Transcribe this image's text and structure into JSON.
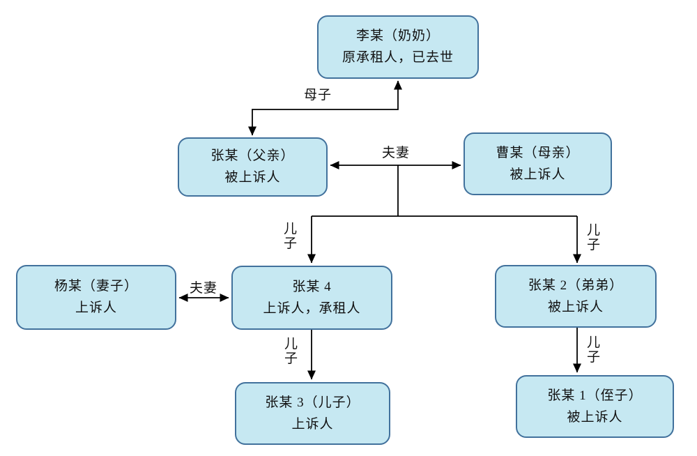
{
  "diagram": {
    "type": "family-relationship-diagram",
    "colors": {
      "box_fill": "#C6E8F2",
      "box_border": "#41719C",
      "line": "#000000",
      "text": "#111111"
    },
    "nodes": [
      {
        "id": "grandmother",
        "line1": "李某（奶奶）",
        "line2": "原承租人，已去世"
      },
      {
        "id": "father",
        "line1": "张某（父亲）",
        "line2": "被上诉人"
      },
      {
        "id": "mother",
        "line1": "曹某（母亲）",
        "line2": "被上诉人"
      },
      {
        "id": "wife",
        "line1": "杨某（妻子）",
        "line2": "上诉人"
      },
      {
        "id": "zhang4",
        "line1": "张某 4",
        "line2": "上诉人，承租人"
      },
      {
        "id": "zhang2",
        "line1": "张某 2（弟弟）",
        "line2": "被上诉人"
      },
      {
        "id": "zhang3",
        "line1": "张某 3（儿子）",
        "line2": "上诉人"
      },
      {
        "id": "zhang1",
        "line1": "张某 1（侄子）",
        "line2": "被上诉人"
      }
    ],
    "edges": [
      {
        "from": "father",
        "to": "grandmother",
        "label": "母子",
        "arrows": "both"
      },
      {
        "from": "father",
        "to": "mother",
        "label": "夫妻",
        "arrows": "both"
      },
      {
        "from": "father-mother",
        "to": "zhang4",
        "label": "儿子",
        "arrows": "end"
      },
      {
        "from": "father-mother",
        "to": "zhang2",
        "label": "儿子",
        "arrows": "end"
      },
      {
        "from": "wife",
        "to": "zhang4",
        "label": "夫妻",
        "arrows": "both"
      },
      {
        "from": "zhang4",
        "to": "zhang3",
        "label": "儿子",
        "arrows": "end"
      },
      {
        "from": "zhang2",
        "to": "zhang1",
        "label": "儿子",
        "arrows": "end"
      }
    ]
  }
}
